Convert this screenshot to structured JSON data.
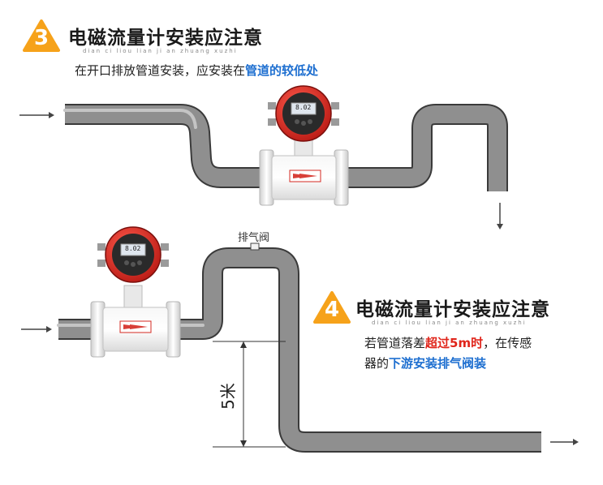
{
  "section3": {
    "number": "3",
    "title": "电磁流量计安装应注意",
    "pinyin": "dian ci liou lian ji an zhuang xuzhi",
    "desc_prefix": "在开口排放管道安装，应安装在",
    "desc_highlight": "管道的较低处"
  },
  "section4": {
    "number": "4",
    "title": "电磁流量计安装应注意",
    "pinyin": "dian ci liou lian ji an zhuang xuzhi",
    "line1_prefix": "若管道落差",
    "line1_highlight": "超过5m时",
    "line1_suffix": "，在传感",
    "line2_prefix": "器的",
    "line2_highlight": "下游安装排气阀装"
  },
  "vent_valve_label": "排气阀",
  "distance_label": "5米",
  "meter_display_value": "8.02",
  "colors": {
    "badge_orange": "#f6a21a",
    "highlight_blue": "#1e6fd0",
    "highlight_red": "#e0251b",
    "pipe_gray": "#8f8f8f",
    "meter_red": "#d42a22"
  },
  "icons": {
    "flow_arrow": "right-arrow-icon",
    "outflow_arrow": "down-arrow-icon"
  }
}
